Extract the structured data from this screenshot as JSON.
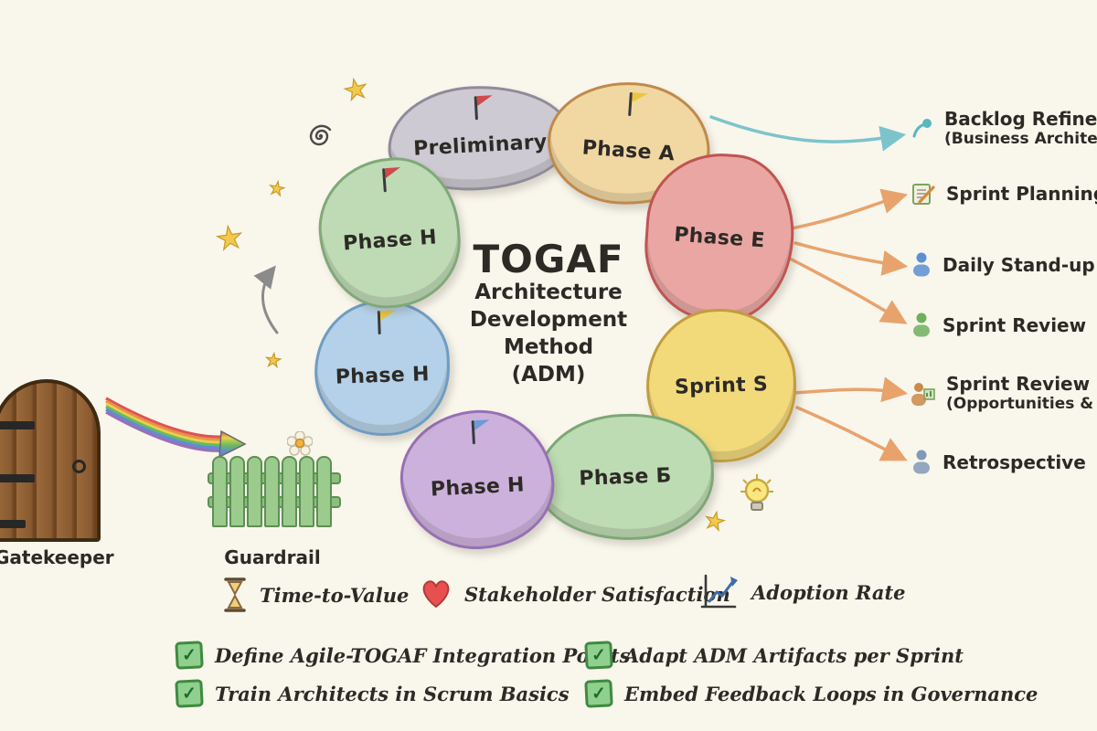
{
  "center": {
    "title": "TOGAF",
    "line1": "Architecture",
    "line2": "Development Method",
    "line3": "(ADM)"
  },
  "phases": [
    {
      "label": "Preliminary",
      "bg": "#cdcad3",
      "border": "#8f8b99",
      "flag_color": "#cf4a4a"
    },
    {
      "label": "Phase A",
      "bg": "#f1d8a3",
      "border": "#c08a4a",
      "flag_color": "#e9c63e"
    },
    {
      "label": "Phase E",
      "bg": "#eaa6a3",
      "border": "#bf5552"
    },
    {
      "label": "Sprint S",
      "bg": "#f2da7b",
      "border": "#c39c3e"
    },
    {
      "label": "Phase Б",
      "bg": "#bddcb3",
      "border": "#7da876"
    },
    {
      "label": "Phase H",
      "bg": "#ccb1dd",
      "border": "#9770b4",
      "flag_color": "#6f9ad6"
    },
    {
      "label": "Phase H",
      "bg": "#b4d1e9",
      "border": "#6f9cc2",
      "flag_color": "#e9c63e"
    },
    {
      "label": "Phase H",
      "bg": "#bedbb5",
      "border": "#7fa978",
      "flag_color": "#cf4a4a"
    }
  ],
  "ceremonies": {
    "items": [
      {
        "label": "Backlog Refinement",
        "sublabel": "(Business Architecture",
        "icon": "backlog-icon",
        "icon_color": "#5ab6c2"
      },
      {
        "label": "Sprint Planning",
        "sublabel": "",
        "icon": "note-pencil-icon",
        "icon_color": "#7aa65a"
      },
      {
        "label": "Daily Stand-up",
        "sublabel": "",
        "icon": "person-icon",
        "icon_color": "#5b8fd6"
      },
      {
        "label": "Sprint Review",
        "sublabel": "",
        "icon": "person-icon",
        "icon_color": "#6fb05e"
      },
      {
        "label": "Sprint Review → P",
        "sublabel": "(Opportunities & S",
        "icon": "person-chart-icon",
        "icon_color": "#c98a4a"
      },
      {
        "label": "Retrospective",
        "sublabel": "",
        "icon": "person-icon",
        "icon_color": "#8099b8"
      }
    ]
  },
  "left": {
    "gate_label": "Gatekeeper",
    "fence_label": "Guardrail"
  },
  "metrics": [
    {
      "label": "Time-to-Value",
      "icon": "hourglass-icon"
    },
    {
      "label": "Stakeholder Satisfaction",
      "icon": "heart-icon"
    },
    {
      "label": "Adoption Rate",
      "icon": "adoption-chart-icon"
    }
  ],
  "checklist": [
    {
      "label": "Define Agile-TOGAF Integration Points"
    },
    {
      "label": "Adapt ADM Artifacts per Sprint"
    },
    {
      "label": "Train Architects in Scrum Basics"
    },
    {
      "label": "Embed Feedback Loops in Governance"
    }
  ],
  "icons": {
    "check": "✓",
    "star": "★"
  },
  "colors": {
    "background": "#f9f6ec",
    "arrow_orange": "#e8a36c",
    "arrow_teal": "#7cc4cc",
    "text": "#2d2a26"
  }
}
